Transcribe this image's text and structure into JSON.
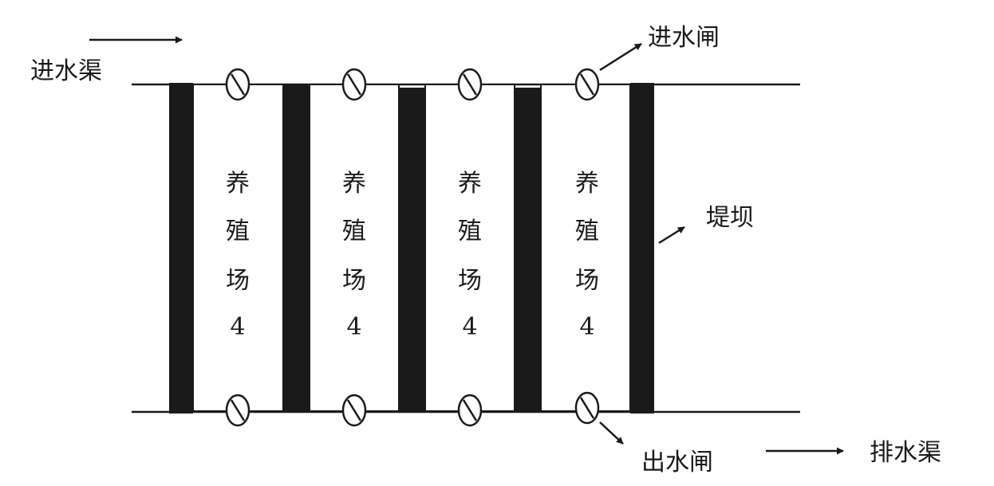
{
  "labels": {
    "inlet_channel": "进水渠",
    "inlet_gate": "进水闸",
    "dam": "堤坝",
    "outlet_gate": "出水闸",
    "drain_channel": "排水渠"
  },
  "ponds": [
    {
      "chars": [
        "养",
        "殖",
        "场"
      ],
      "number": "4"
    },
    {
      "chars": [
        "养",
        "殖",
        "场"
      ],
      "number": "4"
    },
    {
      "chars": [
        "养",
        "殖",
        "场"
      ],
      "number": "4"
    },
    {
      "chars": [
        "养",
        "殖",
        "场"
      ],
      "number": "4"
    }
  ]
}
